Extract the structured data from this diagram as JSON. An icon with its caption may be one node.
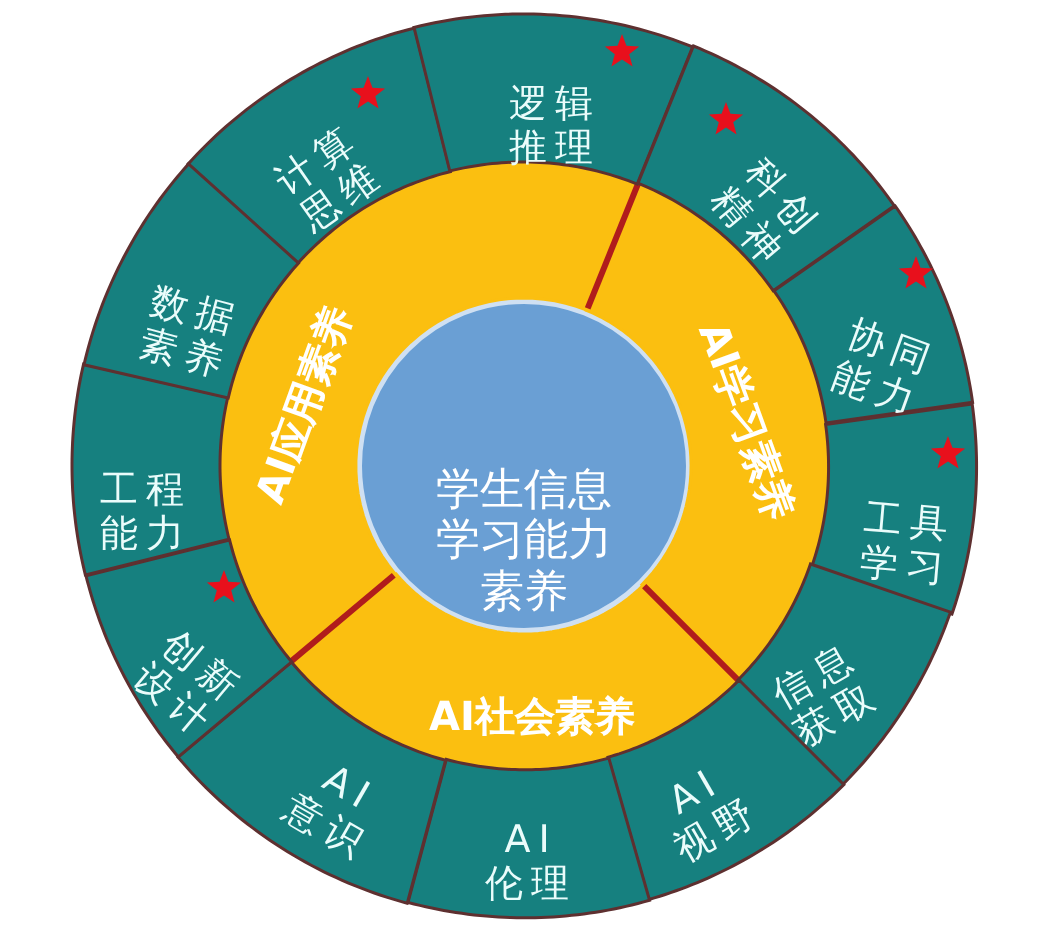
{
  "diagram": {
    "nodes": [
      {
        "text": [
          "学生信息学习能力素养"
        ]
      },
      {
        "text": [
          "AI应用素养"
        ]
      },
      {
        "text": [
          "AI学习素养"
        ]
      },
      {
        "text": [
          "AI社会素养"
        ]
      },
      {
        "text": [
          "计算思维"
        ]
      },
      {
        "text": [
          "逻辑推理"
        ]
      },
      {
        "text": [
          "科创精神"
        ]
      },
      {
        "text": [
          "协同能力"
        ]
      },
      {
        "text": [
          "工具学习"
        ]
      },
      {
        "text": [
          "信息获取"
        ]
      },
      {
        "text": [
          "AI视野"
        ]
      },
      {
        "text": [
          "AI伦理"
        ]
      },
      {
        "text": [
          "AI意识"
        ]
      },
      {
        "text": [
          "创新设计"
        ]
      },
      {
        "text": [
          "工程能力"
        ]
      },
      {
        "text": [
          "数据素养"
        ]
      }
    ]
  }
}
